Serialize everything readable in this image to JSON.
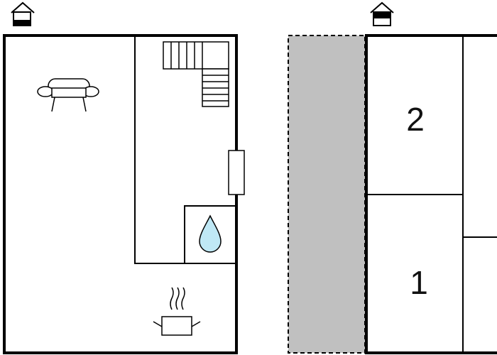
{
  "floors": [
    {
      "id": "ground-floor",
      "floor_indicator": "ground",
      "icons": [
        "sofa-icon",
        "stairs-icon",
        "window-icon",
        "water-drop-icon",
        "cooking-pot-icon"
      ]
    },
    {
      "id": "upper-floor",
      "floor_indicator": "upper",
      "rooms": [
        {
          "label": "2"
        },
        {
          "label": "1"
        }
      ],
      "shaded_area": "gray-dashed-zone"
    }
  ],
  "colors": {
    "wall": "#000000",
    "water": "#bfe8f5",
    "shaded": "#c0c0c0",
    "background": "#ffffff"
  }
}
